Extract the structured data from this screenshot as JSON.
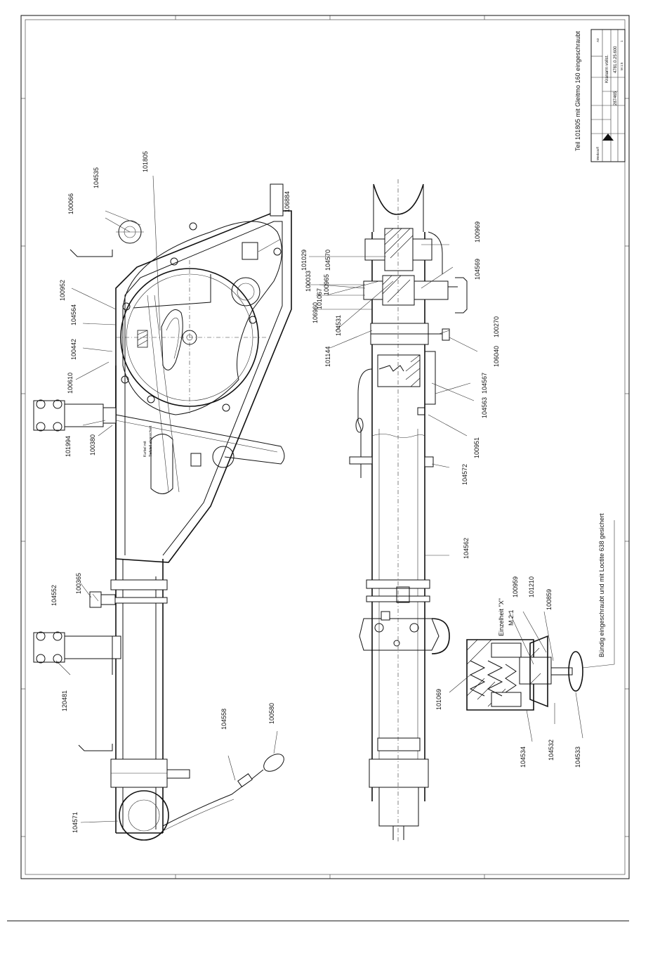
{
  "title_note": "Teil 101805 mit Gleitmo 160 eingeschraubt",
  "detail_label": "Einzelheit \"X\"",
  "detail_scale": "M 2:1",
  "loctite_note": "Bündig eingeschraubt und mit Loctite 638 gesichert",
  "side_view_note_1": "Kurbel mit",
  "side_view_note_2": "Tiefstell abgesichert",
  "title_block": {
    "description": "Kranarm vollst.",
    "drawing_no": "4781.0.25.600",
    "number": "287465",
    "material": "Werkstoff",
    "scale": "M 1:5",
    "sheet": "1",
    "size": "A3"
  },
  "part_numbers": {
    "p100066": "100066",
    "p104535": "104535",
    "p101805": "101805",
    "p106884": "106884",
    "p100952": "100952",
    "p104564": "104564",
    "p100442": "100442",
    "p100610": "100610",
    "p101994": "101994",
    "p100380": "100380",
    "p100365": "100365",
    "p104552": "104552",
    "p120481": "120481",
    "p104558": "104558",
    "p100580": "100580",
    "p104571": "104571",
    "p100969": "100969",
    "p104570": "104570",
    "p104569": "104569",
    "p101029": "101029",
    "p100965": "100965",
    "p100033": "100033",
    "p101067": "101067",
    "p106960": "106960",
    "p104531": "104531",
    "p100270": "100270",
    "p101144": "101144",
    "p106040": "106040",
    "p104567": "104567",
    "p104563": "104563",
    "p100951": "100951",
    "p104572": "104572",
    "p104562": "104562",
    "p100959": "100959",
    "p101210": "101210",
    "p100859": "100859",
    "p101069": "101069",
    "p104534": "104534",
    "p104532": "104532",
    "p104533": "104533"
  }
}
